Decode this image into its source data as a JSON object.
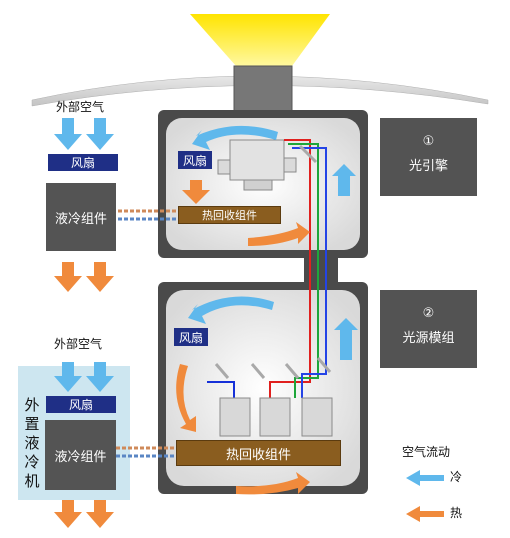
{
  "labels": {
    "outside_air_top": "外部空气",
    "outside_air_bottom": "外部空气",
    "fan_top_left": "风扇",
    "fan_top_inner": "风扇",
    "fan_bottom_inner": "风扇",
    "fan_bottom_left": "风扇",
    "liquid_cooling_top": "液冷组件",
    "liquid_cooling_bottom": "液冷组件",
    "heat_recovery_top": "热回收组件",
    "heat_recovery_bottom": "热回收组件",
    "module1_number": "①",
    "module1_name": "光引擎",
    "module2_number": "②",
    "module2_name": "光源模组",
    "external_liquid_cooler": [
      "外",
      "置",
      "液",
      "冷",
      "机"
    ],
    "legend_title": "空气流动",
    "legend_cold": "冷",
    "legend_hot": "热"
  },
  "colors": {
    "cold_air": "#5fb8ec",
    "hot_air": "#f08a3c",
    "housing": "#4a4a4a",
    "fan": "#1f2f86",
    "heat_recovery": "#8a5d1f",
    "module": "#535353",
    "external_box": "#cde6f0",
    "light_beam": "#ffe600"
  }
}
